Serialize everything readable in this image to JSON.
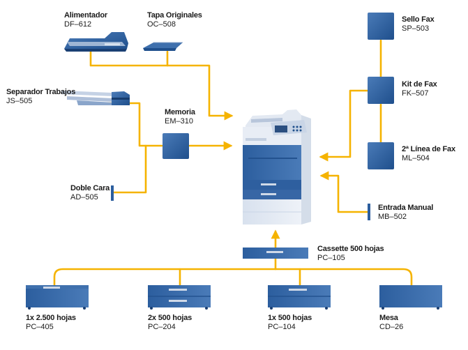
{
  "colors": {
    "connector": "#f5b300",
    "device_dark": "#1f4f8c",
    "device_mid": "#3f70ad",
    "device_light": "#c9d5e6",
    "text": "#1a1a1a"
  },
  "components": {
    "alimentador": {
      "name": "Alimentador",
      "code": "DF–612",
      "icon": "document-feeder-icon"
    },
    "tapa_originales": {
      "name": "Tapa Originales",
      "code": "OC–508",
      "icon": "original-cover-icon"
    },
    "separador_trabajos": {
      "name": "Separador Trabajos",
      "code": "JS–505",
      "icon": "job-separator-icon"
    },
    "memoria": {
      "name": "Memoria",
      "code": "EM–310",
      "icon": "memory-module-icon"
    },
    "doble_cara": {
      "name": "Doble Cara",
      "code": "AD–505",
      "icon": "duplex-unit-icon"
    },
    "sello_fax": {
      "name": "Sello Fax",
      "code": "SP–503",
      "icon": "fax-stamp-icon"
    },
    "kit_fax": {
      "name": "Kit de Fax",
      "code": "FK–507",
      "icon": "fax-kit-icon"
    },
    "linea_fax": {
      "name": "2ª Línea de Fax",
      "code": "ML–504",
      "icon": "fax-line-icon"
    },
    "entrada_manual": {
      "name": "Entrada Manual",
      "code": "MB–502",
      "icon": "manual-bypass-icon"
    },
    "cassette_500": {
      "name": "Cassette 500 hojas",
      "code": "PC–105",
      "icon": "paper-cassette-icon"
    },
    "pc405": {
      "name": "1x 2.500 hojas",
      "code": "PC–405",
      "icon": "large-capacity-cabinet-icon"
    },
    "pc204": {
      "name": "2x 500 hojas",
      "code": "PC–204",
      "icon": "two-drawer-cabinet-icon"
    },
    "pc104": {
      "name": "1x 500 hojas",
      "code": "PC–104",
      "icon": "one-drawer-cabinet-icon"
    },
    "mesa": {
      "name": "Mesa",
      "code": "CD–26",
      "icon": "desk-cabinet-icon"
    }
  },
  "main_device": {
    "icon": "multifunction-printer-icon"
  }
}
